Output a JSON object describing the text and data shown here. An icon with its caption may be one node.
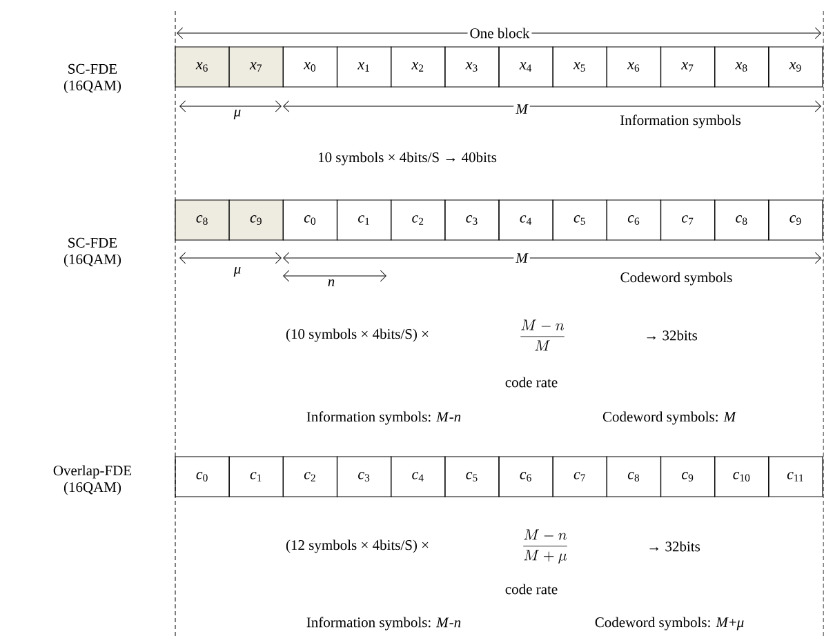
{
  "diagram": {
    "nodes": [
      {
        "text": [
          "*x*$_{6}$"
        ]
      },
      {
        "text": [
          "*x*$_{7}$"
        ]
      },
      {
        "text": [
          "*x*$_{0}$"
        ]
      },
      {
        "text": [
          "*x*$_{1}$"
        ]
      },
      {
        "text": [
          "*x*$_{2}$"
        ]
      },
      {
        "text": [
          "*x*$_{3}$"
        ]
      },
      {
        "text": [
          "*x*$_{4}$"
        ]
      },
      {
        "text": [
          "*x*$_{5}$"
        ]
      },
      {
        "text": [
          "*x*$_{6}$"
        ]
      },
      {
        "text": [
          "*x*$_{7}$"
        ]
      },
      {
        "text": [
          "*x*$_{8}$"
        ]
      },
      {
        "text": [
          "*x*$_{9}$"
        ]
      },
      {
        "text": [
          "*c*$_{8}$"
        ]
      },
      {
        "text": [
          "*c*$_{9}$"
        ]
      },
      {
        "text": [
          "*c*$_{0}$"
        ]
      },
      {
        "text": [
          "*c*$_{1}$"
        ]
      },
      {
        "text": [
          "*c*$_{2}$"
        ]
      },
      {
        "text": [
          "*c*$_{3}$"
        ]
      },
      {
        "text": [
          "*c*$_{4}$"
        ]
      },
      {
        "text": [
          "*c*$_{5}$"
        ]
      },
      {
        "text": [
          "*c*$_{6}$"
        ]
      },
      {
        "text": [
          "*c*$_{7}$"
        ]
      },
      {
        "text": [
          "*c*$_{8}$"
        ]
      },
      {
        "text": [
          "*c*$_{9}$"
        ]
      },
      {
        "text": [
          "*c*$_{0}$"
        ]
      },
      {
        "text": [
          "*c*$_{1}$"
        ]
      },
      {
        "text": [
          "*c*$_{2}$"
        ]
      },
      {
        "text": [
          "*c*$_{3}$"
        ]
      },
      {
        "text": [
          "*c*$_{4}$"
        ]
      },
      {
        "text": [
          "*c*$_{5}$"
        ]
      },
      {
        "text": [
          "*c*$_{6}$"
        ]
      },
      {
        "text": [
          "*c*$_{7}$"
        ]
      },
      {
        "text": [
          "*c*$_{8}$"
        ]
      },
      {
        "text": [
          "*c*$_{9}$"
        ]
      },
      {
        "text": [
          "*c*$_{10}$"
        ]
      },
      {
        "text": [
          "*c*$_{11}$"
        ]
      }
    ],
    "labels": [
      "One block",
      "SC-FDE (16QAM)",
      "μ",
      "M",
      "Information symbols",
      "10 symbols × 4bits/S  →  40bits",
      "SC-FDE (16QAM)",
      "μ",
      "M",
      "n",
      "Codeword symbols",
      "(10 symbols × 4bits/S) ×",
      "\\frac{M-n}{M}",
      "→ 32bits",
      "code rate",
      "Information symbols: *M*-*n*",
      "Codeword symbols: *M*",
      "Overlap-FDE (16QAM)",
      "(12 symbols × 4bits/S) ×",
      "\\frac{M-n}{M+\\mu}",
      "→ 32bits",
      "code rate",
      "Information symbols: *M*-*n*",
      "Codeword symbols: *M*+*μ*"
    ]
  }
}
